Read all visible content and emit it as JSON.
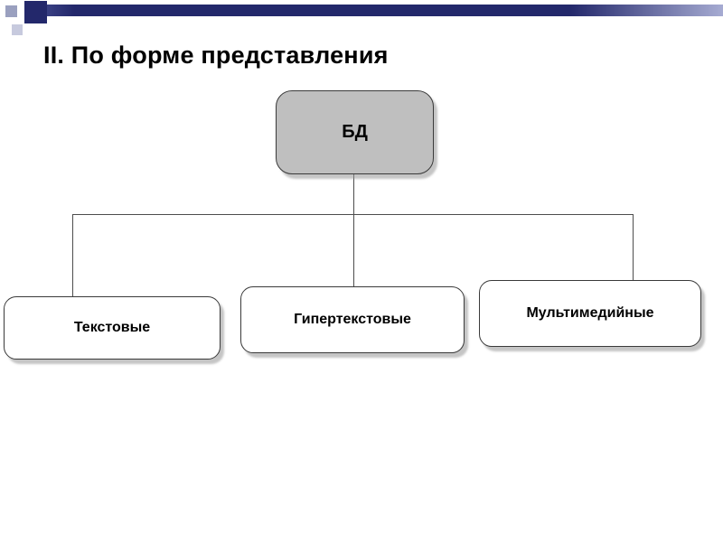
{
  "header": {
    "title": "II. По форме представления"
  },
  "diagram": {
    "root": {
      "label": "БД"
    },
    "children": [
      {
        "label": "Текстовые"
      },
      {
        "label": "Гипертекстовые"
      },
      {
        "label": "Мультимедийные"
      }
    ]
  },
  "colors": {
    "accent_navy": "#23286b",
    "square_gray": "#9aa0bf",
    "square_light": "#c7cade",
    "root_fill": "#bfbfbf",
    "box_border": "#3a3a3a",
    "connector": "#4d4d4d",
    "shadow": "#969696"
  }
}
